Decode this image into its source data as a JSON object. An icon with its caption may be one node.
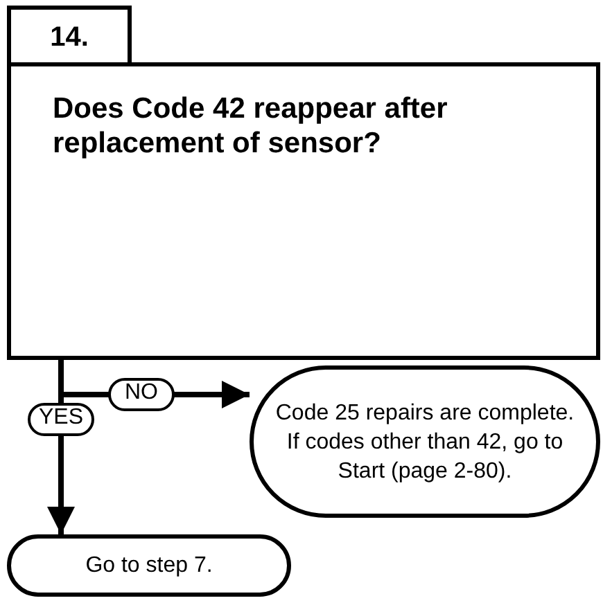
{
  "diagram": {
    "nodes": [
      {
        "text": [
          "14."
        ]
      },
      {
        "text": [
          "Does Code 42 reappear after replacement of sensor?"
        ]
      },
      {
        "text": [
          "Code 25 repairs are complete.  If codes other than 42, go to Start (page 2-80)."
        ]
      },
      {
        "text": [
          "Go to step 7."
        ]
      }
    ],
    "edges": [
      {
        "from": 1,
        "to": 2,
        "arrow": "to",
        "label": "NO"
      },
      {
        "from": 1,
        "to": 3,
        "arrow": "to",
        "label": "YES"
      }
    ]
  }
}
